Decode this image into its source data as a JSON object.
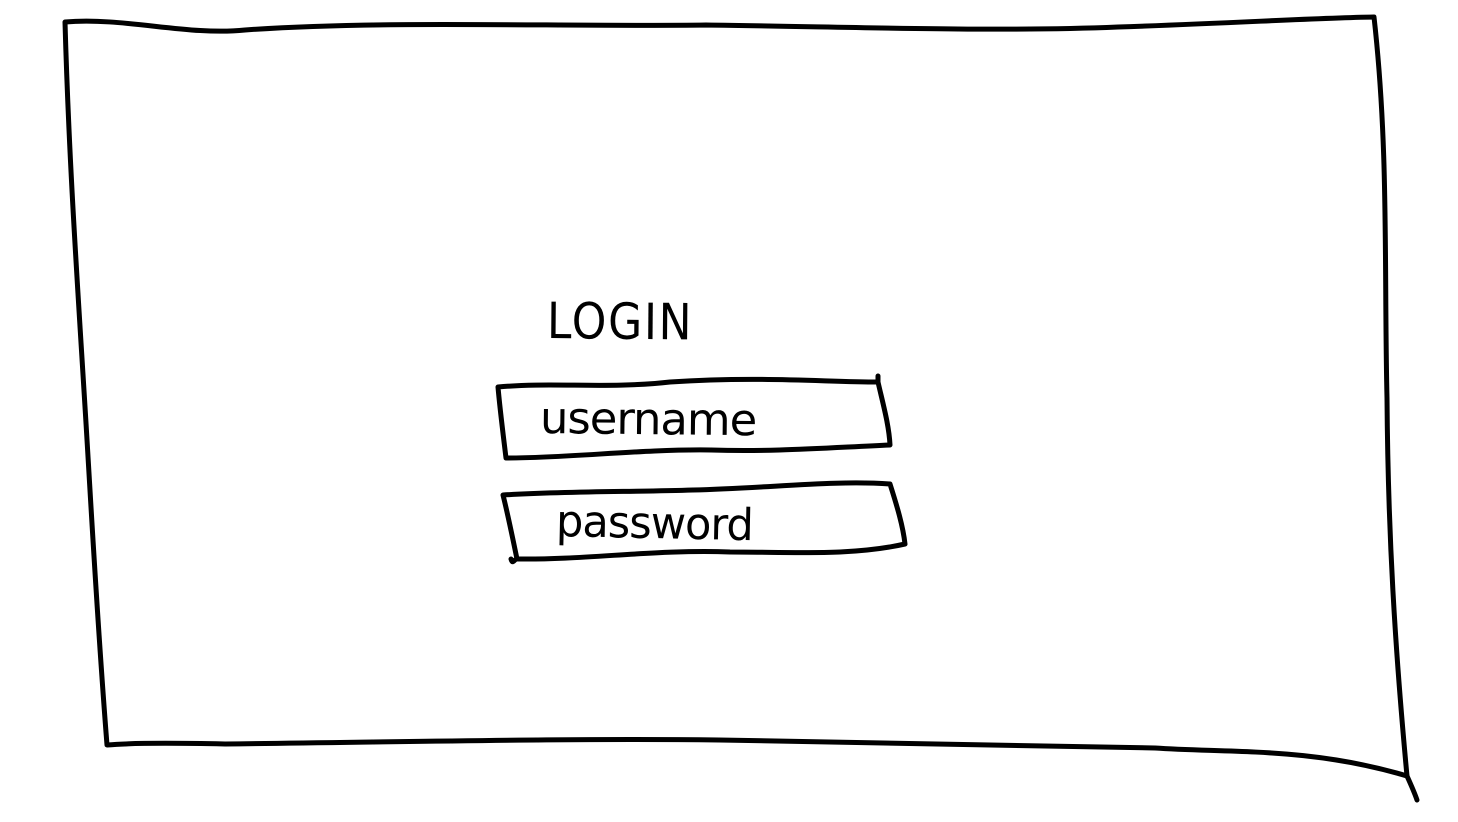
{
  "login": {
    "title": "LOGIN",
    "username_placeholder": "username",
    "password_placeholder": "password"
  },
  "style": {
    "ink_color": "#000000",
    "background_color": "#ffffff"
  }
}
